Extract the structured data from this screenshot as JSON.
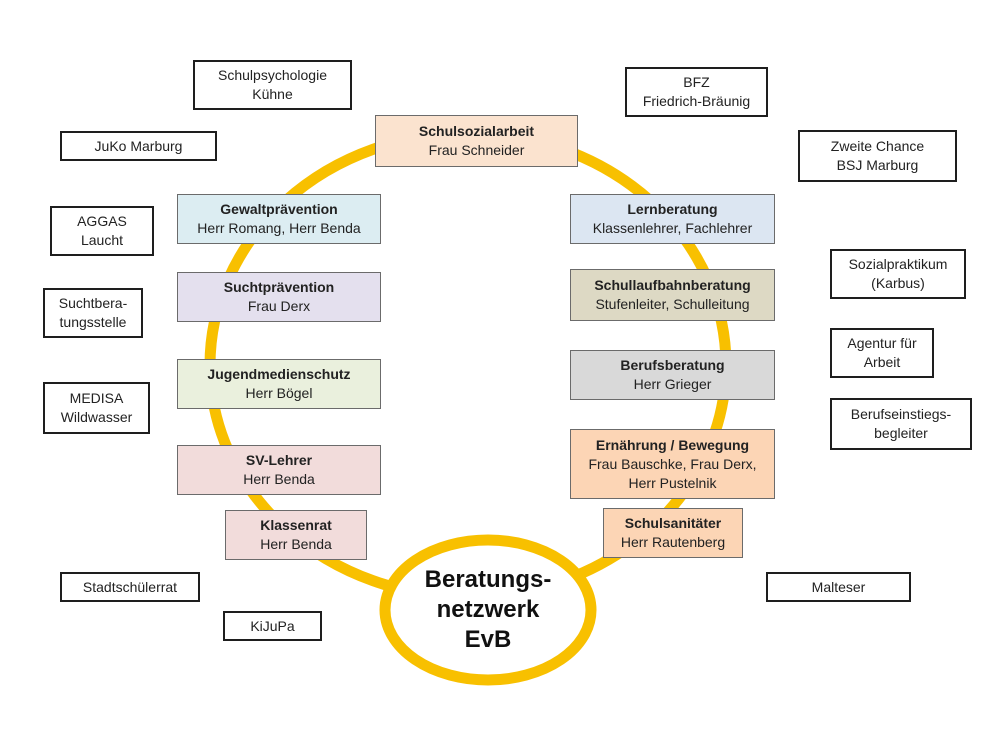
{
  "center": {
    "lines": [
      "Beratungs-",
      "netzwerk",
      "EvB"
    ]
  },
  "ring_color": "#f8c000",
  "inner_boxes": [
    {
      "id": "schulsozialarbeit",
      "title": "Schulsozialarbeit",
      "lines": [
        "Frau Schneider"
      ],
      "color": "#fbe3cf"
    },
    {
      "id": "gewaltpraevention",
      "title": "Gewaltprävention",
      "lines": [
        "Herr Romang, Herr Benda"
      ],
      "color": "#dcedf2"
    },
    {
      "id": "suchtpraevention",
      "title": "Suchtprävention",
      "lines": [
        "Frau Derx"
      ],
      "color": "#e4e0ee"
    },
    {
      "id": "jugendmedienschutz",
      "title": "Jugendmedienschutz",
      "lines": [
        "Herr Bögel"
      ],
      "color": "#eaf0dd"
    },
    {
      "id": "sv-lehrer",
      "title": "SV-Lehrer",
      "lines": [
        "Herr Benda"
      ],
      "color": "#f2dcdb"
    },
    {
      "id": "klassenrat",
      "title": "Klassenrat",
      "lines": [
        "Herr Benda"
      ],
      "color": "#f2dcdb"
    },
    {
      "id": "lernberatung",
      "title": "Lernberatung",
      "lines": [
        "Klassenlehrer, Fachlehrer"
      ],
      "color": "#dce6f2"
    },
    {
      "id": "schullaufbahnberatung",
      "title": "Schullaufbahnberatung",
      "lines": [
        "Stufenleiter, Schulleitung"
      ],
      "color": "#ddd9c4"
    },
    {
      "id": "berufsberatung",
      "title": "Berufsberatung",
      "lines": [
        "Herr Grieger"
      ],
      "color": "#d9d9d9"
    },
    {
      "id": "ernaehrung-bewegung",
      "title": "Ernährung / Bewegung",
      "lines": [
        "Frau Bauschke, Frau Derx,",
        "Herr Pustelnik"
      ],
      "color": "#fcd5b5"
    },
    {
      "id": "schulsanitaeter",
      "title": "Schulsanitäter",
      "lines": [
        "Herr Rautenberg"
      ],
      "color": "#fcd5b5"
    }
  ],
  "outer_boxes": [
    {
      "id": "schulpsychologie",
      "lines": [
        "Schulpsychologie",
        "Kühne"
      ]
    },
    {
      "id": "juko-marburg",
      "lines": [
        "JuKo Marburg"
      ]
    },
    {
      "id": "aggas",
      "lines": [
        "AGGAS",
        "Laucht"
      ]
    },
    {
      "id": "suchtberatungsstelle",
      "lines": [
        "Suchtbera-",
        "tungsstelle"
      ]
    },
    {
      "id": "medisa",
      "lines": [
        "MEDISA",
        "Wildwasser"
      ]
    },
    {
      "id": "stadtschuelerrat",
      "lines": [
        "Stadtschülerrat"
      ]
    },
    {
      "id": "kijupa",
      "lines": [
        "KiJuPa"
      ]
    },
    {
      "id": "bfz",
      "lines": [
        "BFZ",
        "Friedrich-Bräunig"
      ]
    },
    {
      "id": "zweite-chance",
      "lines": [
        "Zweite Chance",
        "BSJ Marburg"
      ]
    },
    {
      "id": "sozialpraktikum",
      "lines": [
        "Sozialpraktikum",
        "(Karbus)"
      ]
    },
    {
      "id": "agentur-fuer-arbeit",
      "lines": [
        "Agentur für",
        "Arbeit"
      ]
    },
    {
      "id": "berufseinstiegsbegleiter",
      "lines": [
        "Berufseinstiegs-",
        "begleiter"
      ]
    },
    {
      "id": "malteser",
      "lines": [
        "Malteser"
      ]
    }
  ]
}
